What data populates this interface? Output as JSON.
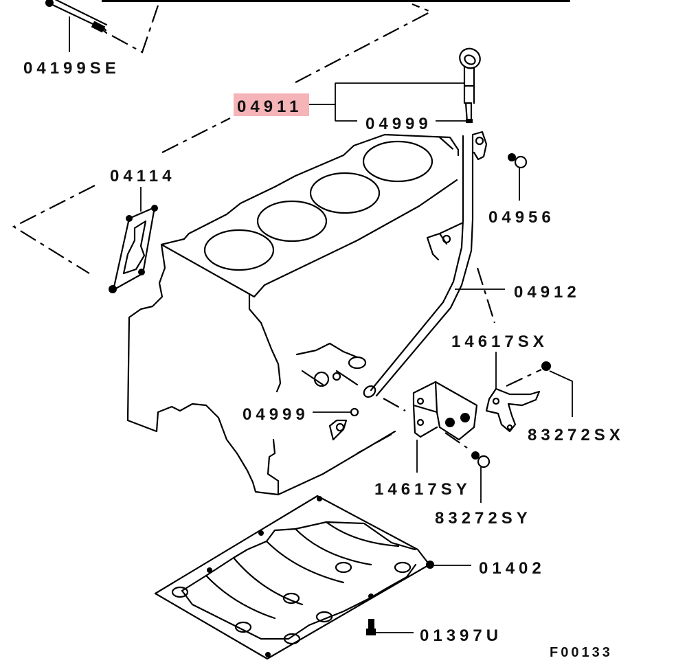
{
  "diagram": {
    "figure_code": "F00133",
    "highlight_color": "#f5b4b8",
    "parts": [
      {
        "id": "p_04199SE",
        "label": "04199SE",
        "description": "stud bolt"
      },
      {
        "id": "p_04911",
        "label": "04911",
        "description": "oil level gauge assembly",
        "highlighted": true
      },
      {
        "id": "p_04999a",
        "label": "04999",
        "description": "o-ring (gauge)"
      },
      {
        "id": "p_04114",
        "label": "04114",
        "description": "gasket"
      },
      {
        "id": "p_04956",
        "label": "04956",
        "description": "bolt"
      },
      {
        "id": "p_04912",
        "label": "04912",
        "description": "oil level gauge guide"
      },
      {
        "id": "p_14617SX",
        "label": "14617SX",
        "description": "bracket"
      },
      {
        "id": "p_83272SX",
        "label": "83272SX",
        "description": "bolt"
      },
      {
        "id": "p_04999b",
        "label": "04999",
        "description": "o-ring (guide)"
      },
      {
        "id": "p_14617SY",
        "label": "14617SY",
        "description": "bracket"
      },
      {
        "id": "p_83272SY",
        "label": "83272SY",
        "description": "bolt"
      },
      {
        "id": "p_01402",
        "label": "01402",
        "description": "bearing cap / ladder frame"
      },
      {
        "id": "p_01397U",
        "label": "01397U",
        "description": "bolt"
      }
    ]
  }
}
